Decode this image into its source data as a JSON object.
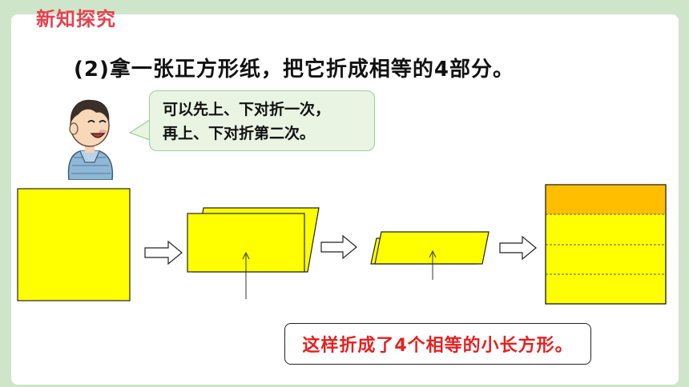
{
  "section_title": "新知探究",
  "task_text": "(2)拿一张正方形纸，把它折成相等的4部分。",
  "speech": {
    "line1": "可以先上、下对折一次，",
    "line2": "再上、下对折第二次。"
  },
  "result_text": "这样折成了4个相等的小长方形。",
  "colors": {
    "paper": "#ffff00",
    "folded_top": "#ffbf00",
    "title_red": "#e8404e",
    "result_red": "#e62020",
    "background_green": "#cfe5c9"
  },
  "icons": [
    "boy-illustration",
    "arrow-right-icon",
    "fold-line-icon"
  ]
}
